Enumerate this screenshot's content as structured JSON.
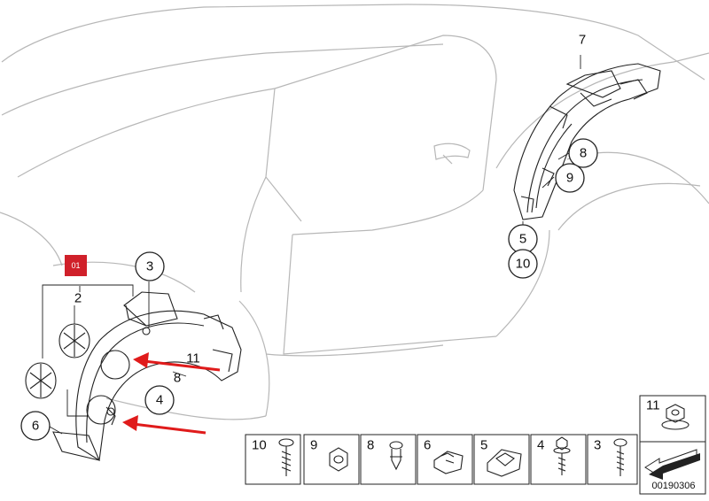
{
  "badge": "01",
  "callouts": {
    "c7": "7",
    "c8r": "8",
    "c9r": "9",
    "c5r": "5",
    "c10r": "10",
    "c3": "3",
    "c2": "2",
    "c11": "11",
    "c8l": "8",
    "c4": "4",
    "c6": "6"
  },
  "legend": {
    "cells": [
      {
        "label": "10"
      },
      {
        "label": "9"
      },
      {
        "label": "8"
      },
      {
        "label": "6"
      },
      {
        "label": "5"
      },
      {
        "label": "4"
      },
      {
        "label": "3"
      }
    ],
    "top_label": "11"
  },
  "diagram_code": "00190306",
  "colors": {
    "accent": "#e01b1b",
    "line": "#222222",
    "car_outline": "#b7b7b7"
  }
}
